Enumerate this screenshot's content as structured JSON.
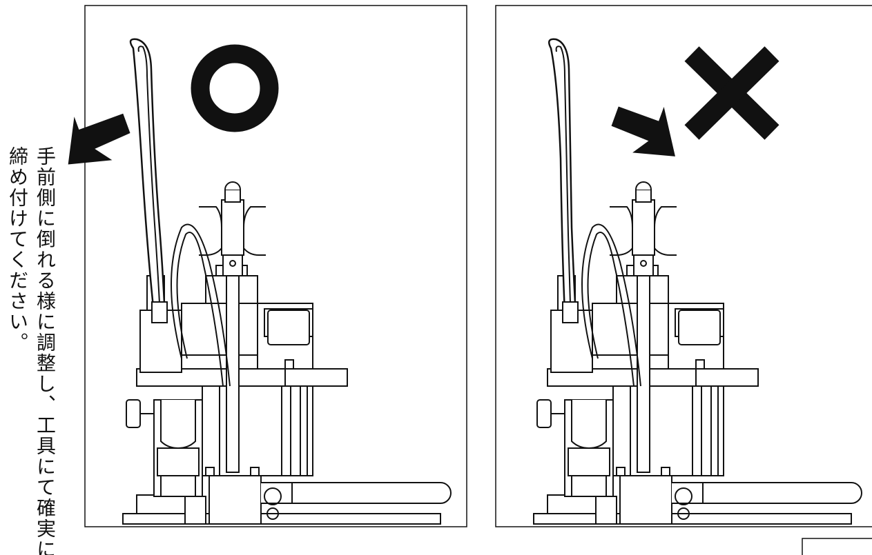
{
  "instruction": {
    "line1": "手前側に倒れる様に調整し、工具にて確実に",
    "line2": "締め付けてください。"
  },
  "panels": [
    {
      "name": "correct",
      "mark": "circle-mark"
    },
    {
      "name": "incorrect",
      "mark": "cross-mark"
    }
  ],
  "colors": {
    "line": "#111111",
    "background": "#ffffff"
  }
}
